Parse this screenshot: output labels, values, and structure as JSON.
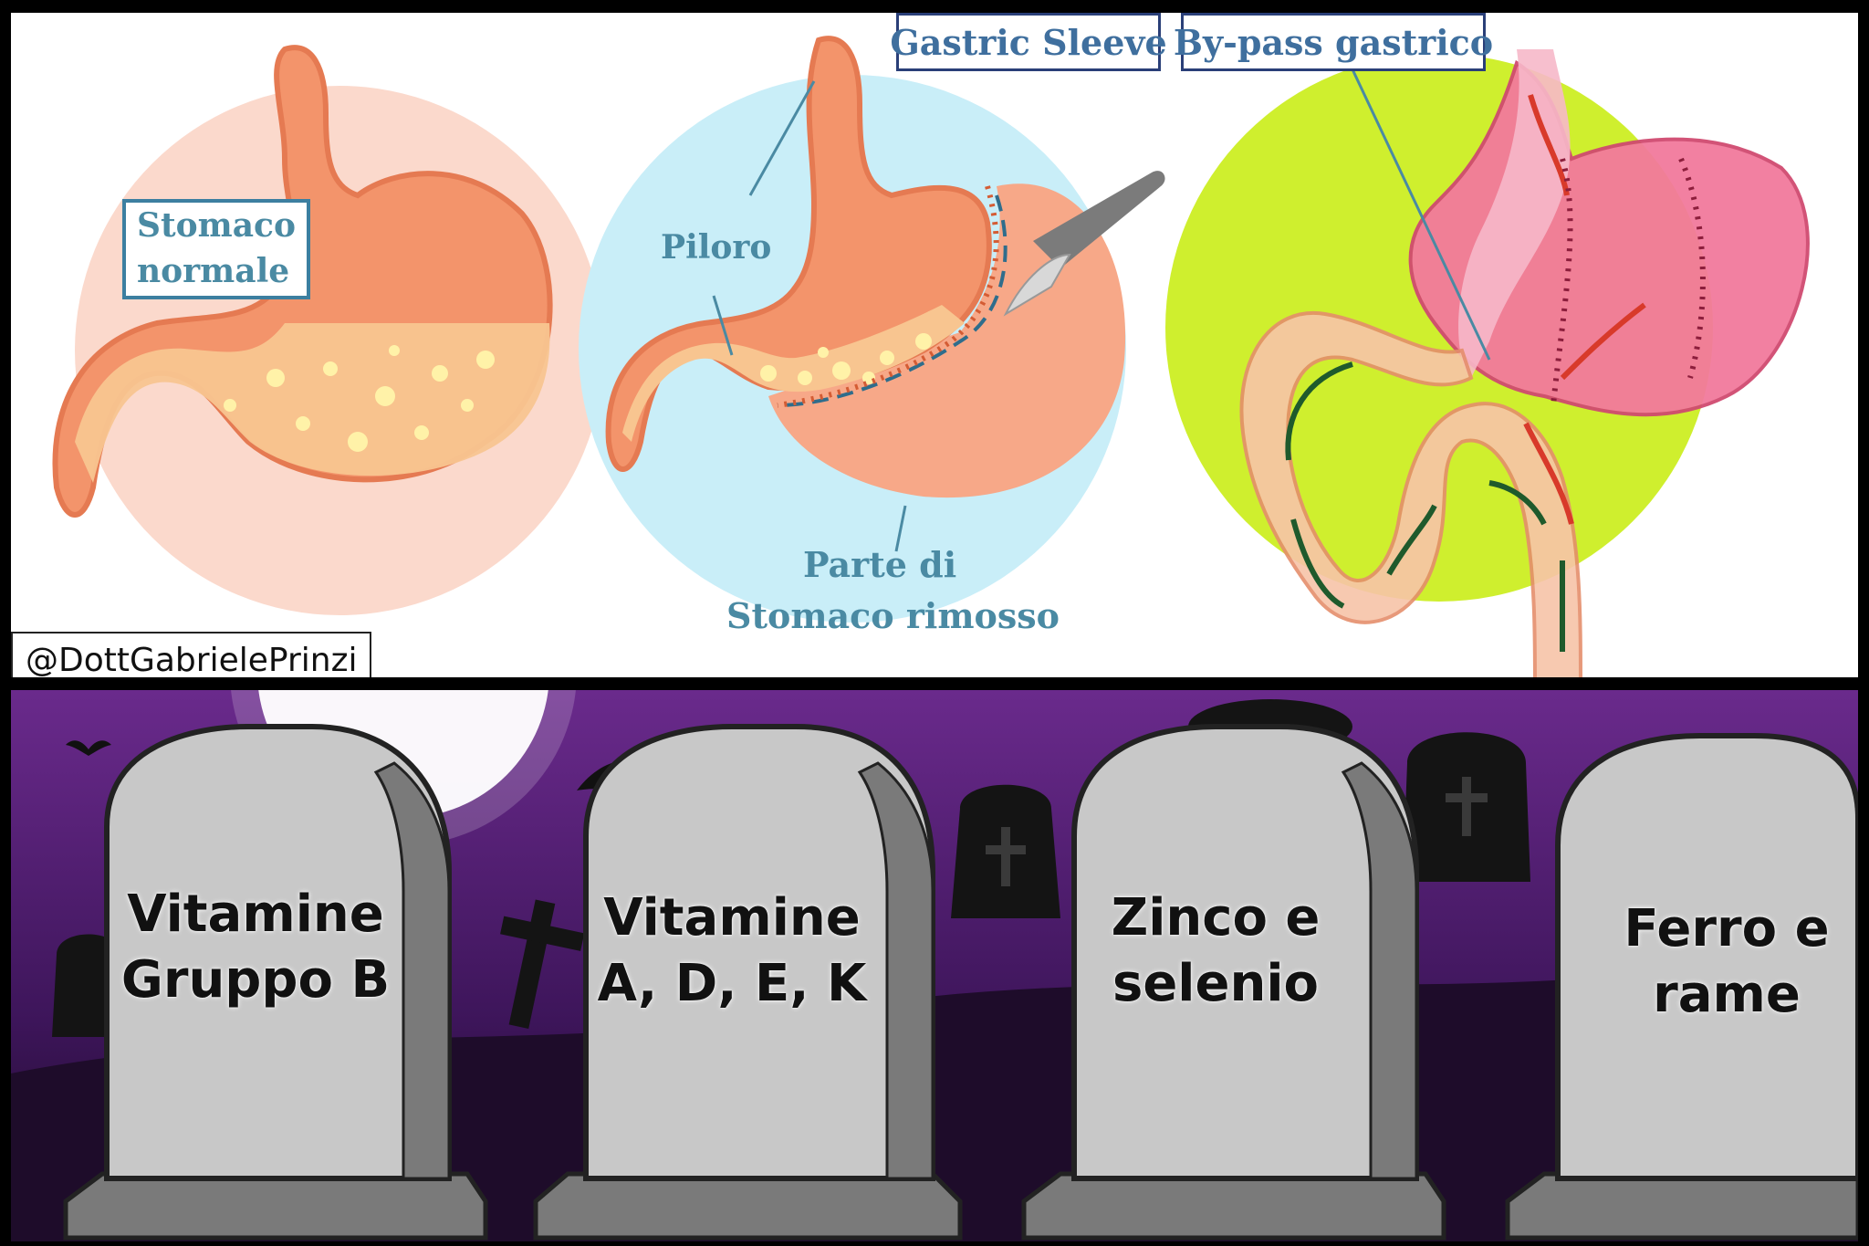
{
  "diagram": {
    "labels": {
      "normal": [
        "Stomaco",
        "normale"
      ],
      "sleeve": "Gastric Sleeve",
      "bypass": "By-pass gastrico",
      "pylorus": "Piloro",
      "removed": [
        "Parte di",
        "Stomaco rimosso"
      ]
    },
    "handle": "@DottGabrielePrinzi"
  },
  "tombstones": [
    {
      "line1": "Vitamine",
      "line2": "Gruppo B"
    },
    {
      "line1": "Vitamine",
      "line2": "A, D, E, K"
    },
    {
      "line1": "Zinco e",
      "line2": "selenio"
    },
    {
      "line1": "Ferro e",
      "line2": "rame"
    }
  ],
  "colors": {
    "label_text": "#4a8aa3",
    "label_border": "#3c7fa0",
    "stomach": "#f4a27e",
    "sky": "#4a1a6a",
    "stone": "#c9c9c9"
  }
}
